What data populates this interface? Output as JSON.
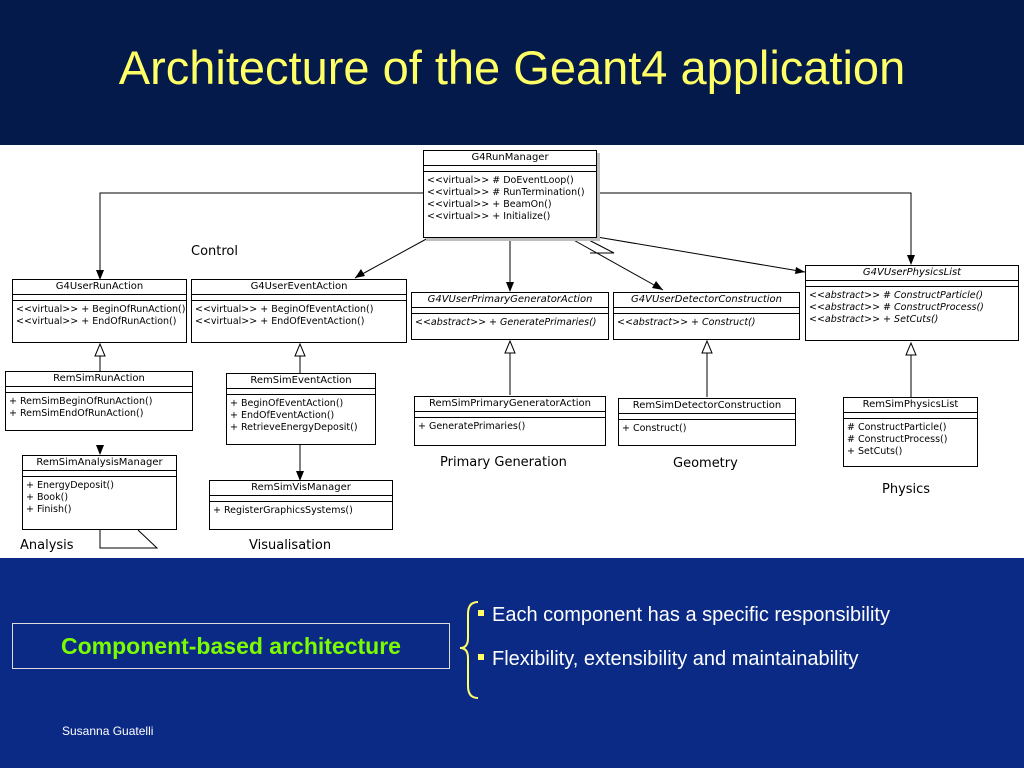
{
  "title": "Architecture of the Geant4 application",
  "diagram": {
    "run_manager": {
      "name": "G4RunManager",
      "ops": [
        "<<virtual>> # DoEventLoop()",
        "<<virtual>> # RunTermination()",
        "<<virtual>> + BeamOn()",
        "<<virtual>> + Initialize()"
      ]
    },
    "user_run_action": {
      "name": "G4UserRunAction",
      "ops": [
        "<<virtual>> + BeginOfRunAction()",
        "<<virtual>> + EndOfRunAction()"
      ]
    },
    "user_event_action": {
      "name": "G4UserEventAction",
      "ops": [
        "<<virtual>> + BeginOfEventAction()",
        "<<virtual>> + EndOfEventAction()"
      ]
    },
    "primary_gen_action": {
      "name": "G4VUserPrimaryGeneratorAction",
      "ops": [
        "<<abstract>> + GeneratePrimaries()"
      ]
    },
    "detector_construction": {
      "name": "G4VUserDetectorConstruction",
      "ops": [
        "<<abstract>> + Construct()"
      ]
    },
    "physics_list": {
      "name": "G4VUserPhysicsList",
      "ops": [
        "<<abstract>> # ConstructParticle()",
        "<<abstract>> # ConstructProcess()",
        "<<abstract>> + SetCuts()"
      ]
    },
    "rem_run_action": {
      "name": "RemSimRunAction",
      "ops": [
        "+ RemSimBeginOfRunAction()",
        "+ RemSimEndOfRunAction()"
      ]
    },
    "rem_event_action": {
      "name": "RemSimEventAction",
      "ops": [
        "+ BeginOfEventAction()",
        "+ EndOfEventAction()",
        "+ RetrieveEnergyDeposit()"
      ]
    },
    "rem_primary_gen": {
      "name": "RemSimPrimaryGeneratorAction",
      "ops": [
        "+ GeneratePrimaries()"
      ]
    },
    "rem_detector": {
      "name": "RemSimDetectorConstruction",
      "ops": [
        "+ Construct()"
      ]
    },
    "rem_physics_list": {
      "name": "RemSimPhysicsList",
      "ops": [
        "# ConstructParticle()",
        "# ConstructProcess()",
        "+ SetCuts()"
      ]
    },
    "rem_analysis": {
      "name": "RemSimAnalysisManager",
      "ops": [
        "+ EnergyDeposit()",
        "+ Book()",
        "+ Finish()"
      ]
    },
    "rem_vis": {
      "name": "RemSimVisManager",
      "ops": [
        "+ RegisterGraphicsSystems()"
      ]
    },
    "labels": {
      "control": "Control",
      "analysis": "Analysis",
      "visualisation": "Visualisation",
      "primary_generation": "Primary Generation",
      "geometry": "Geometry",
      "physics": "Physics"
    }
  },
  "architecture_label": "Component-based architecture",
  "bullets": [
    "Each component has a specific responsibility",
    "Flexibility, extensibility and maintainability"
  ],
  "author": "Susanna Guatelli",
  "colors": {
    "header_bg": "#031a4a",
    "footer_bg": "#0a2a86",
    "title": "#ffff66",
    "arch_text": "#7CFC00",
    "bullet_marker": "#ffff66"
  }
}
